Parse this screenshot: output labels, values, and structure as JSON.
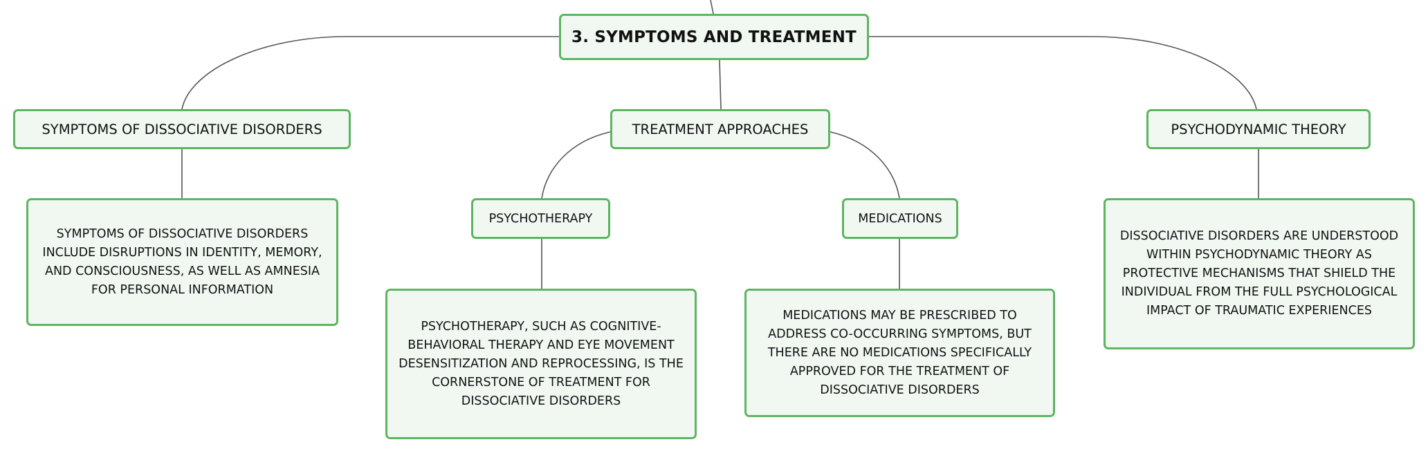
{
  "root": {
    "label": "3. SYMPTOMS AND TREATMENT"
  },
  "branches": {
    "symptoms": {
      "label": "SYMPTOMS OF DISSOCIATIVE DISORDERS",
      "detail": "SYMPTOMS OF DISSOCIATIVE DISORDERS INCLUDE DISRUPTIONS IN IDENTITY, MEMORY, AND CONSCIOUSNESS, AS WELL AS AMNESIA FOR PERSONAL INFORMATION"
    },
    "treatment": {
      "label": "TREATMENT APPROACHES",
      "children": {
        "psychotherapy": {
          "label": "PSYCHOTHERAPY",
          "detail": "PSYCHOTHERAPY, SUCH AS COGNITIVE-BEHAVIORAL THERAPY AND EYE MOVEMENT DESENSITIZATION AND REPROCESSING, IS THE CORNERSTONE OF TREATMENT FOR DISSOCIATIVE DISORDERS"
        },
        "medications": {
          "label": "MEDICATIONS",
          "detail": "MEDICATIONS MAY BE PRESCRIBED TO ADDRESS CO-OCCURRING SYMPTOMS, BUT THERE ARE NO MEDICATIONS SPECIFICALLY APPROVED FOR THE TREATMENT OF DISSOCIATIVE DISORDERS"
        }
      }
    },
    "psychodynamic": {
      "label": "PSYCHODYNAMIC THEORY",
      "detail": "DISSOCIATIVE DISORDERS ARE UNDERSTOOD WITHIN PSYCHODYNAMIC THEORY AS PROTECTIVE MECHANISMS THAT SHIELD THE INDIVIDUAL FROM THE FULL PSYCHOLOGICAL IMPACT OF TRAUMATIC EXPERIENCES"
    }
  },
  "colors": {
    "node_border": "#5cb561",
    "node_fill": "#f1f8f2",
    "connector": "#555555",
    "text": "#111111"
  }
}
